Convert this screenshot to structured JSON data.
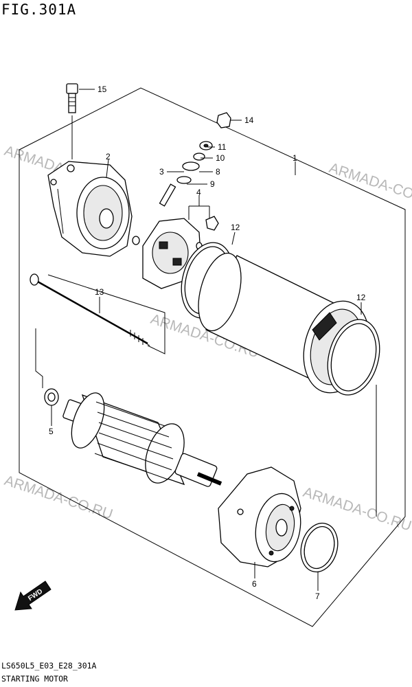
{
  "figure_id": "FIG.301A",
  "model_code": "LS650L5_E03_E28_301A",
  "caption": "STARTING MOTOR",
  "watermark": "ARMADA-CO.RU",
  "fwd_label": "FWD",
  "callouts": [
    "1",
    "2",
    "3",
    "4",
    "5",
    "6",
    "7",
    "8",
    "9",
    "10",
    "11",
    "12",
    "12",
    "13",
    "14",
    "15"
  ]
}
